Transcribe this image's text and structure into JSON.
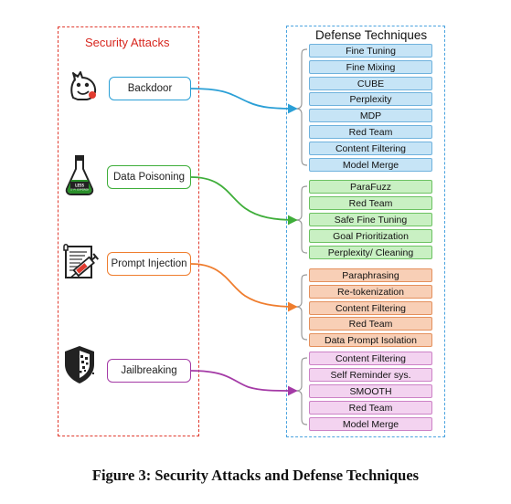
{
  "attacks_title": "Security Attacks",
  "defense_title": "Defense Techniques",
  "caption": "Figure 3: Security Attacks and Defense Techniques",
  "bottle_label": "LESS\nI'M EXPIRED",
  "attacks": [
    {
      "label": "Backdoor",
      "icon": "trojan-horse-icon",
      "color": "#2a9fd6"
    },
    {
      "label": "Data Poisoning",
      "icon": "poison-bottle-icon",
      "color": "#3fae3a"
    },
    {
      "label": "Prompt Injection",
      "icon": "syringe-document-icon",
      "color": "#ef7d2e"
    },
    {
      "label": "Jailbreaking",
      "icon": "shattered-shield-icon",
      "color": "#a43aa6"
    }
  ],
  "defenses": [
    {
      "group": "blue",
      "items": [
        "Fine Tuning",
        "Fine Mixing",
        "CUBE",
        "Perplexity",
        "MDP",
        "Red Team",
        "Content Filtering",
        "Model Merge"
      ]
    },
    {
      "group": "green",
      "items": [
        "ParaFuzz",
        "Red Team",
        "Safe Fine Tuning",
        "Goal Prioritization",
        "Perplexity/ Cleaning"
      ]
    },
    {
      "group": "orange",
      "items": [
        "Paraphrasing",
        "Re-tokenization",
        "Content Filtering",
        "Red Team",
        "Data Prompt Isolation"
      ]
    },
    {
      "group": "pink",
      "items": [
        "Content Filtering",
        "Self Reminder sys.",
        "SMOOTH",
        "Red Team",
        "Model Merge"
      ]
    }
  ]
}
